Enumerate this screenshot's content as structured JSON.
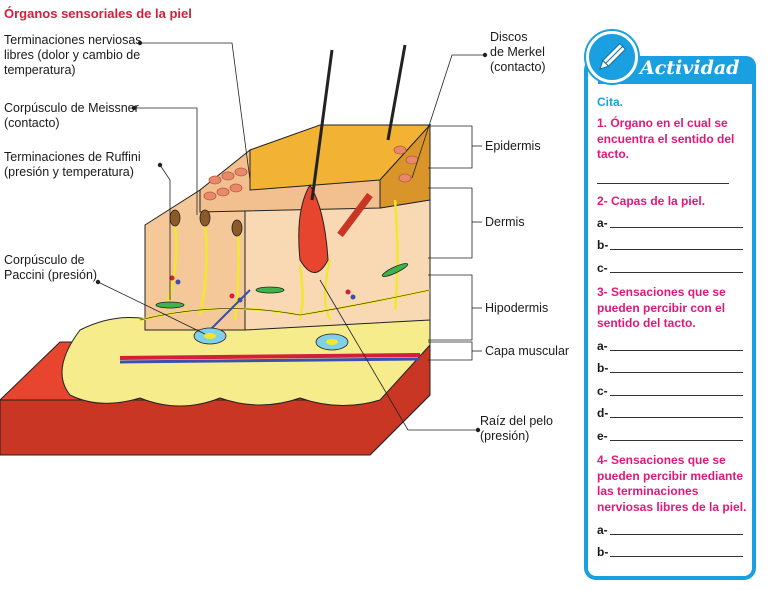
{
  "figure": {
    "title": "Órganos sensoriales de la piel",
    "labels": {
      "libres": "Terminaciones nerviosas\nlibres (dolor y cambio de\ntemperatura)",
      "meissner": "Corpúsculo de Meissner\n(contacto)",
      "ruffini": "Terminaciones de Ruffini\n(presión y temperatura)",
      "paccini": "Corpúsculo de\nPaccini (presión)",
      "merkel": "Discos\nde Merkel\n(contacto)",
      "epidermis": "Epidermis",
      "dermis": "Dermis",
      "hipodermis": "Hipodermis",
      "capa_muscular": "Capa muscular",
      "raiz": "Raíz del pelo\n(presión)"
    },
    "colors": {
      "epidermis_top": "#f2b233",
      "dermis": "#f8d9b4",
      "fat": "#f7ec8c",
      "muscle": "#e8452f",
      "nerve": "#f2e82a",
      "accent_red": "#d21f3c"
    }
  },
  "activity": {
    "title": "Actividad",
    "cita": "Cita.",
    "questions": [
      {
        "text": "1. Órgano en el cual se encuentra el sentido del tacto.",
        "answers": []
      },
      {
        "text": "2- Capas de la piel.",
        "answers": [
          "a-",
          "b-",
          "c-"
        ]
      },
      {
        "text": "3- Sensaciones que se pueden percibir con el sentido del tacto.",
        "answers": [
          "a-",
          "b-",
          "c-",
          "d-",
          "e-"
        ]
      },
      {
        "text": "4- Sensaciones que se pueden percibir mediante las terminaciones nerviosas libres de la piel.",
        "answers": [
          "a-",
          "b-"
        ]
      }
    ],
    "colors": {
      "accent": "#1a9fe0",
      "question": "#e0187a"
    }
  }
}
